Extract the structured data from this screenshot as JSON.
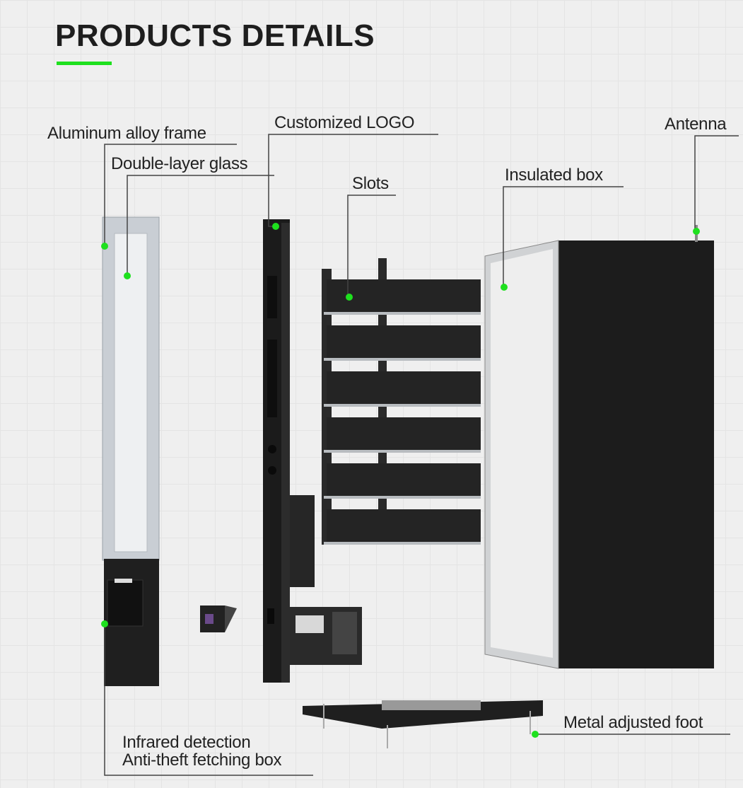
{
  "title": "PRODUCTS DETAILS",
  "colors": {
    "accent": "#1ee01e",
    "leader_line": "#444444",
    "product_dark": "#1c1c1c"
  },
  "labels": {
    "aluminum_frame": "Aluminum alloy frame",
    "glass": "Double-layer glass",
    "logo": "Customized LOGO",
    "slots": "Slots",
    "antenna": "Antenna",
    "insulated_box": "Insulated box",
    "foot": "Metal adjusted foot",
    "infrared_line1": "Infrared detection",
    "infrared_line2": "Anti-theft fetching box"
  }
}
